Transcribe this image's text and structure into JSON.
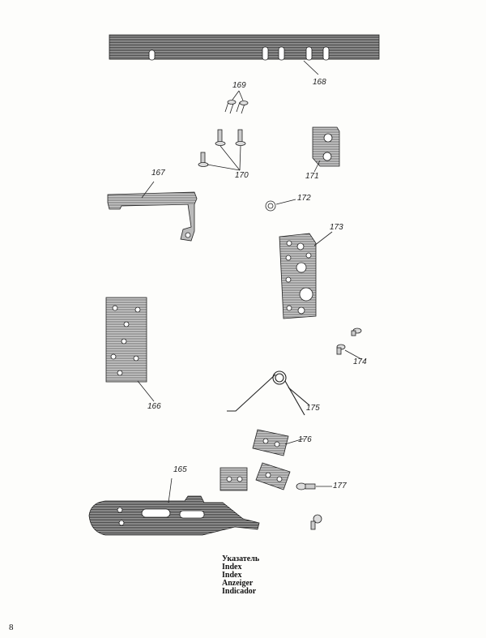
{
  "parts": {
    "p165": "165",
    "p166": "166",
    "p167": "167",
    "p168": "168",
    "p169": "169",
    "p170": "170",
    "p171": "171",
    "p172": "172",
    "p173": "173",
    "p174": "174",
    "p175": "175",
    "p176": "176",
    "p177": "177"
  },
  "caption": [
    "Указатель",
    "Index",
    "Index",
    "Anzeiger",
    "Indicador"
  ],
  "page_number": "8",
  "colors": {
    "ink": "#222222",
    "hatch": "#777777",
    "fill": "#bdbdbd"
  }
}
